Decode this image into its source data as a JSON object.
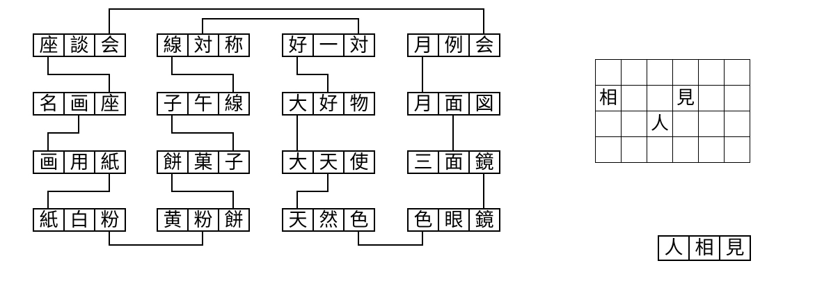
{
  "words": [
    {
      "text": "座談会",
      "chars": [
        "座",
        "談",
        "会"
      ],
      "col": 0,
      "row": 0
    },
    {
      "text": "線対称",
      "chars": [
        "線",
        "対",
        "称"
      ],
      "col": 1,
      "row": 0
    },
    {
      "text": "好一対",
      "chars": [
        "好",
        "一",
        "対"
      ],
      "col": 2,
      "row": 0
    },
    {
      "text": "月例会",
      "chars": [
        "月",
        "例",
        "会"
      ],
      "col": 3,
      "row": 0
    },
    {
      "text": "名画座",
      "chars": [
        "名",
        "画",
        "座"
      ],
      "col": 0,
      "row": 1
    },
    {
      "text": "子午線",
      "chars": [
        "子",
        "午",
        "線"
      ],
      "col": 1,
      "row": 1
    },
    {
      "text": "大好物",
      "chars": [
        "大",
        "好",
        "物"
      ],
      "col": 2,
      "row": 1
    },
    {
      "text": "月面図",
      "chars": [
        "月",
        "面",
        "図"
      ],
      "col": 3,
      "row": 1
    },
    {
      "text": "画用紙",
      "chars": [
        "画",
        "用",
        "紙"
      ],
      "col": 0,
      "row": 2
    },
    {
      "text": "餅菓子",
      "chars": [
        "餅",
        "菓",
        "子"
      ],
      "col": 1,
      "row": 2
    },
    {
      "text": "大天使",
      "chars": [
        "大",
        "天",
        "使"
      ],
      "col": 2,
      "row": 2
    },
    {
      "text": "三面鏡",
      "chars": [
        "三",
        "面",
        "鏡"
      ],
      "col": 3,
      "row": 2
    },
    {
      "text": "紙白粉",
      "chars": [
        "紙",
        "白",
        "粉"
      ],
      "col": 0,
      "row": 3
    },
    {
      "text": "黄粉餅",
      "chars": [
        "黄",
        "粉",
        "餅"
      ],
      "col": 1,
      "row": 3
    },
    {
      "text": "天然色",
      "chars": [
        "天",
        "然",
        "色"
      ],
      "col": 2,
      "row": 3
    },
    {
      "text": "色眼鏡",
      "chars": [
        "色",
        "眼",
        "鏡"
      ],
      "col": 3,
      "row": 3
    }
  ],
  "connections": [
    {
      "from": [
        0,
        2,
        "top"
      ],
      "to": [
        3,
        2,
        "top"
      ],
      "via": 13,
      "shared": "会"
    },
    {
      "from": [
        1,
        1,
        "top"
      ],
      "to": [
        2,
        2,
        "top"
      ],
      "via": 27,
      "shared": "対"
    },
    {
      "from": [
        0,
        0,
        "bottom"
      ],
      "to": [
        4,
        2,
        "top"
      ],
      "via": 107,
      "shared": "座"
    },
    {
      "from": [
        4,
        1,
        "bottom"
      ],
      "to": [
        8,
        0,
        "top"
      ],
      "via": 191,
      "shared": "画"
    },
    {
      "from": [
        8,
        2,
        "bottom"
      ],
      "to": [
        12,
        0,
        "top"
      ],
      "via": 275,
      "shared": "紙"
    },
    {
      "from": [
        12,
        2,
        "bottom"
      ],
      "to": [
        13,
        1,
        "bottom"
      ],
      "via": 352,
      "shared": "粉"
    },
    {
      "from": [
        9,
        0,
        "bottom"
      ],
      "to": [
        13,
        2,
        "top"
      ],
      "via": 275,
      "shared": "餅"
    },
    {
      "from": [
        5,
        0,
        "bottom"
      ],
      "to": [
        9,
        2,
        "top"
      ],
      "via": 191,
      "shared": "子"
    },
    {
      "from": [
        1,
        0,
        "bottom"
      ],
      "to": [
        5,
        2,
        "top"
      ],
      "via": 107,
      "shared": "線"
    },
    {
      "from": [
        2,
        0,
        "bottom"
      ],
      "to": [
        6,
        1,
        "top"
      ],
      "via": 107,
      "shared": "好"
    },
    {
      "from": [
        6,
        0,
        "bottom"
      ],
      "to": [
        10,
        0,
        "top"
      ],
      "via": 191,
      "shared": "大"
    },
    {
      "from": [
        10,
        1,
        "bottom"
      ],
      "to": [
        14,
        0,
        "top"
      ],
      "via": 275,
      "shared": "天"
    },
    {
      "from": [
        14,
        2,
        "bottom"
      ],
      "to": [
        15,
        0,
        "bottom"
      ],
      "via": 352,
      "shared": "色"
    },
    {
      "from": [
        15,
        2,
        "top"
      ],
      "to": [
        11,
        2,
        "bottom"
      ],
      "via": 275,
      "shared": "鏡"
    },
    {
      "from": [
        11,
        1,
        "top"
      ],
      "to": [
        7,
        1,
        "bottom"
      ],
      "via": 191,
      "shared": "面"
    },
    {
      "from": [
        7,
        0,
        "top"
      ],
      "to": [
        3,
        0,
        "bottom"
      ],
      "via": 107,
      "shared": "月"
    }
  ],
  "solution_grid": {
    "rows": 4,
    "cols": 6,
    "filled": [
      {
        "row": 1,
        "col": 0,
        "char": "相"
      },
      {
        "row": 1,
        "col": 3,
        "char": "見"
      },
      {
        "row": 2,
        "col": 2,
        "char": "人"
      }
    ]
  },
  "answer": {
    "text": "人相見",
    "chars": [
      "人",
      "相",
      "見"
    ]
  }
}
